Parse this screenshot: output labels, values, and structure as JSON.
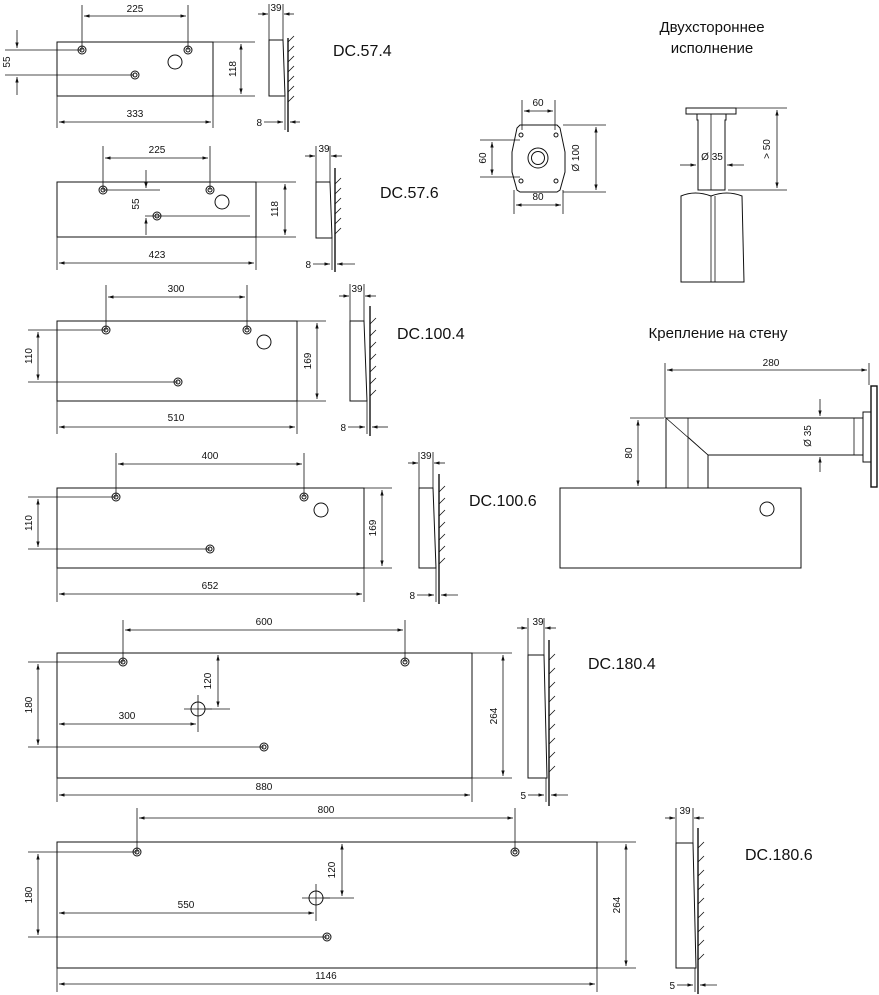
{
  "titles": {
    "double_sided": [
      "Двухстороннее",
      "исполнение"
    ],
    "wall_mount": "Крепление на стену"
  },
  "models": [
    {
      "label": "DC.57.4",
      "top": "225",
      "offset": "55",
      "height": "118",
      "width": "333",
      "depth": "39",
      "gap": "8"
    },
    {
      "label": "DC.57.6",
      "top": "225",
      "offset": "55",
      "height": "118",
      "width": "423",
      "depth": "39",
      "gap": "8"
    },
    {
      "label": "DC.100.4",
      "top": "300",
      "offset": "110",
      "height": "169",
      "width": "510",
      "depth": "39",
      "gap": "8"
    },
    {
      "label": "DC.100.6",
      "top": "400",
      "offset": "110",
      "height": "169",
      "width": "652",
      "depth": "39",
      "gap": "8"
    },
    {
      "label": "DC.180.4",
      "top": "600",
      "offset": "180",
      "height": "264",
      "width": "880",
      "depth": "39",
      "gap": "5",
      "hole_v": "120",
      "hole_h": "300"
    },
    {
      "label": "DC.180.6",
      "top": "800",
      "offset": "180",
      "height": "264",
      "width": "1146",
      "depth": "39",
      "gap": "5",
      "hole_v": "120",
      "hole_h": "550"
    }
  ],
  "flange": {
    "top": "60",
    "side": "60",
    "bottom": "80",
    "diameter": "Ø 100"
  },
  "pole": {
    "diameter": "Ø 35",
    "length": "> 50"
  },
  "bracket": {
    "length": "280",
    "height": "80",
    "diameter": "Ø 35"
  }
}
